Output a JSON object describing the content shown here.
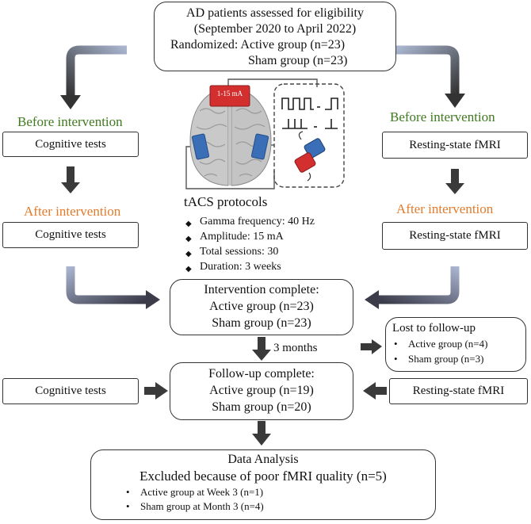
{
  "top_box": {
    "line1": "AD patients assessed for eligibility",
    "line2": "(September 2020 to April 2022)",
    "line3": "Randomized:  Active group (n=23)",
    "line4": "Sham group  (n=23)"
  },
  "left_column": {
    "before_label": "Before intervention",
    "before_box": "Cognitive tests",
    "after_label": "After intervention",
    "after_box": "Cognitive tests"
  },
  "right_column": {
    "before_label": "Before intervention",
    "before_box": "Resting-state fMRI",
    "after_label": "After intervention",
    "after_box": "Resting-state fMRI"
  },
  "device": {
    "electrode_label": "1-15 mA"
  },
  "tacs": {
    "title": "tACS protocols",
    "items": [
      "Gamma frequency: 40 Hz",
      "Amplitude: 15 mA",
      "Total sessions: 30",
      "Duration: 3 weeks"
    ]
  },
  "intervention_box": {
    "line1": "Intervention complete:",
    "line2": "Active group (n=23)",
    "line3": "Sham group  (n=23)"
  },
  "interval_label": "3 months",
  "lost_box": {
    "title": "Lost to follow-up",
    "items": [
      "Active group (n=4)",
      "Sham group  (n=3)"
    ]
  },
  "followup_box": {
    "line1": "Follow-up complete:",
    "line2": "Active group (n=19)",
    "line3": "Sham group  (n=20)"
  },
  "followup_left_box": "Cognitive tests",
  "followup_right_box": "Resting-state fMRI",
  "analysis_box": {
    "title": "Data Analysis",
    "subtitle": "Excluded because of poor fMRI quality (n=5)",
    "items": [
      "Active group at Week 3 (n=1)",
      "Sham group at Month 3 (n=4)"
    ]
  },
  "colors": {
    "green_label": "#3f7a1e",
    "orange_label": "#e27b2b",
    "arrow_dark": "#3a3a3a",
    "arrow_light": "#8c9ab8",
    "electrode_red": "#d32f2f",
    "electrode_blue": "#3a6fb8"
  }
}
